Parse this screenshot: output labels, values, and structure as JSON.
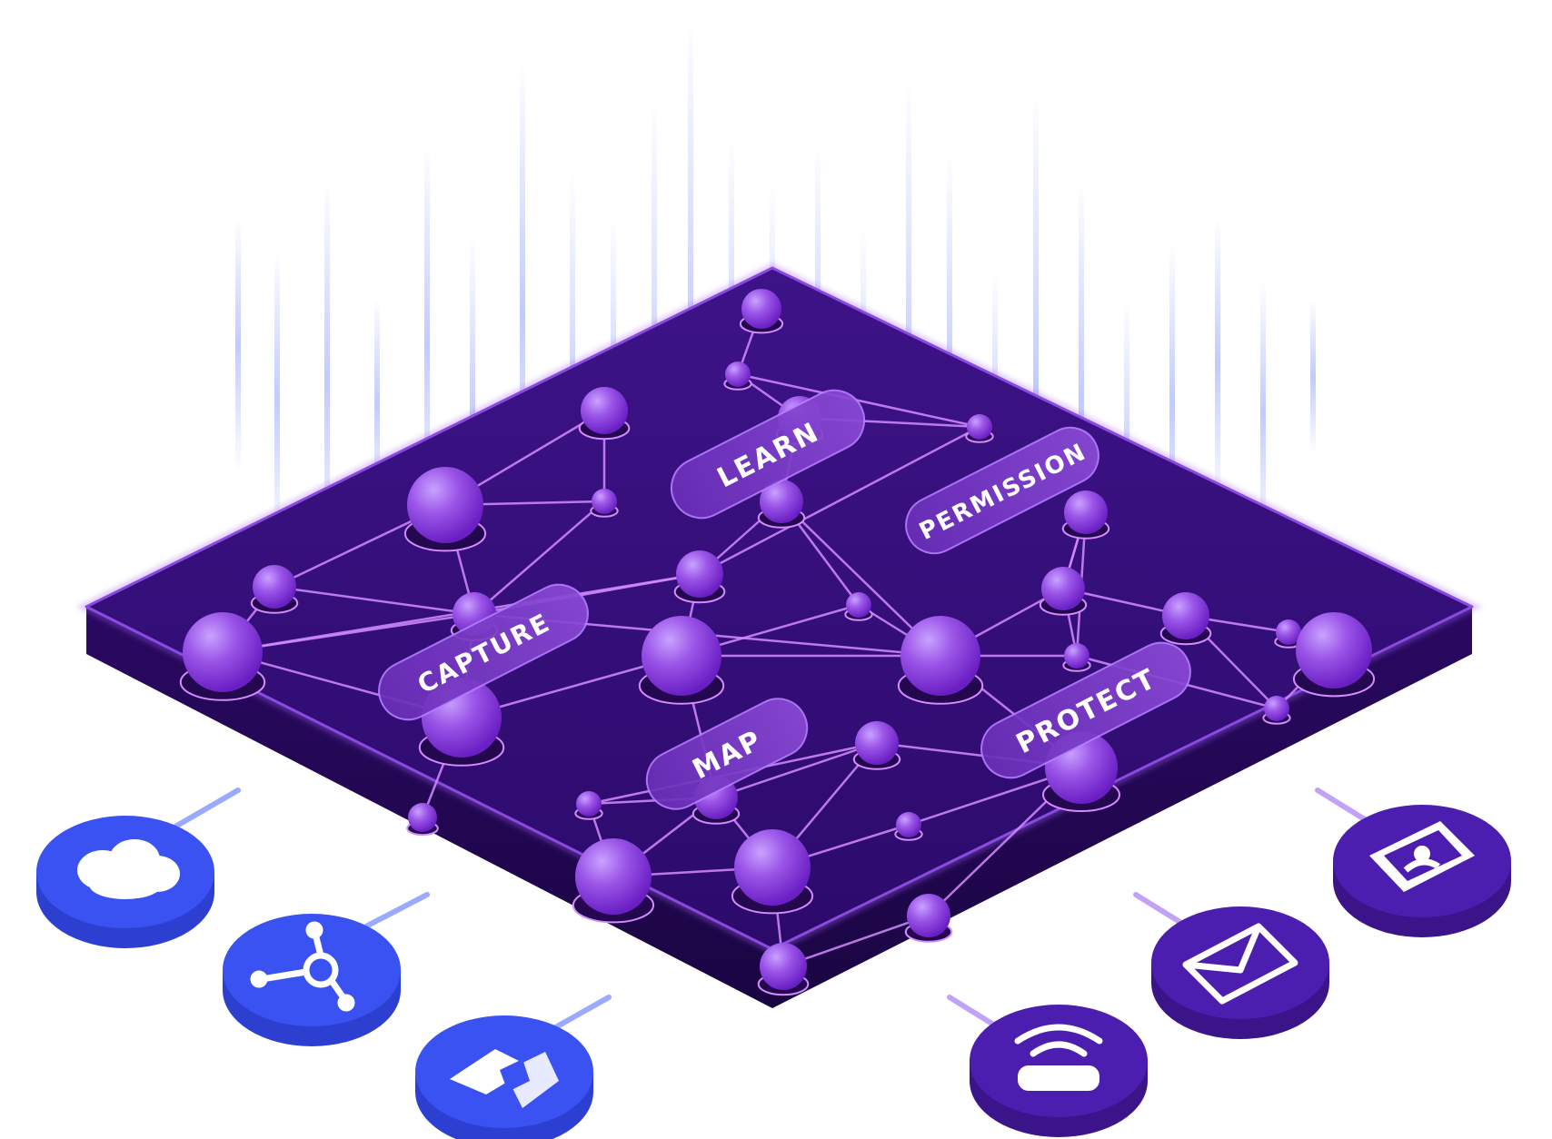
{
  "labels": {
    "learn": "LEARN",
    "permission": "PERMISSION",
    "capture": "CAPTURE",
    "map": "MAP",
    "protect": "PROTECT"
  },
  "colors": {
    "platform_top": "#3a1282",
    "platform_side": "#21074f",
    "node": "#9b55e8",
    "edge": "#d58cff",
    "pill": "#7a3cc4",
    "blue_disc": "#3a4ff0",
    "purple_disc": "#4a1ca6",
    "beam": "#8fa0ff"
  },
  "integrations": {
    "left": [
      "cloud-icon",
      "hub-icon",
      "app-icon"
    ],
    "right": [
      "phone-icon",
      "mail-icon",
      "chat-icon"
    ]
  }
}
